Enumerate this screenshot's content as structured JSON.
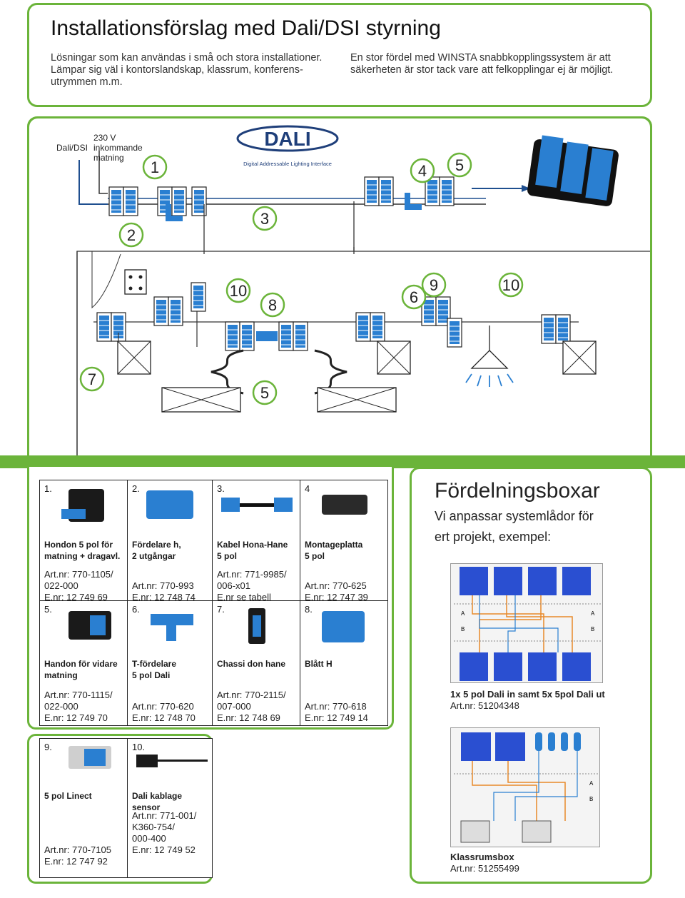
{
  "header": {
    "title": "Installationsförslag med Dali/DSI styrning",
    "intro_left": [
      "Lösningar som kan användas i små och stora installationer.",
      "Lämpar sig väl i kontorslandskap, klassrum, konferens-",
      "utrymmen m.m."
    ],
    "intro_right": [
      "En stor fördel med WINSTA snabbkopplingssystem är att",
      "säkerheten är stor tack vare att felkopplingar ej är möjligt."
    ]
  },
  "diagram": {
    "label_dali": "Dali/DSI",
    "label_supply": [
      "230 V",
      "inkommande",
      "matning"
    ],
    "logo_text": "DALI",
    "logo_sub": "Digital Addressable Lighting Interface",
    "numbers": [
      "1",
      "2",
      "3",
      "4",
      "5",
      "10",
      "8",
      "6",
      "9",
      "10",
      "7",
      "5"
    ]
  },
  "products": [
    {
      "num": "1.",
      "name": [
        "Hondon 5 pol för",
        "matning + dragavl."
      ],
      "part": [
        "Art.nr: 770-1105/",
        "022-000",
        "E.nr: 12 749 69"
      ]
    },
    {
      "num": "2.",
      "name": [
        "Fördelare h,",
        "2 utgångar"
      ],
      "part": [
        "Art.nr: 770-993",
        "E.nr: 12 748 74"
      ]
    },
    {
      "num": "3.",
      "name": [
        "Kabel Hona-Hane",
        "5 pol"
      ],
      "part": [
        "Art.nr: 771-9985/",
        "006-x01",
        "E.nr se tabell"
      ]
    },
    {
      "num": "4",
      "name": [
        "Montageplatta",
        "5 pol"
      ],
      "part": [
        "Art.nr: 770-625",
        "E.nr: 12 747 39"
      ]
    },
    {
      "num": "5.",
      "name": [
        "Handon för vidare",
        "matning"
      ],
      "part": [
        "Art.nr: 770-1115/",
        "022-000",
        "E.nr: 12 749 70"
      ]
    },
    {
      "num": "6.",
      "name": [
        "T-fördelare",
        "5 pol Dali"
      ],
      "part": [
        "Art.nr: 770-620",
        "E.nr: 12 748 70"
      ]
    },
    {
      "num": "7.",
      "name": [
        "Chassi don hane"
      ],
      "part": [
        "Art.nr: 770-2115/",
        "007-000",
        "E.nr: 12 748 69"
      ]
    },
    {
      "num": "8.",
      "name": [
        "Blått H"
      ],
      "part": [
        "Art.nr: 770-618",
        "E.nr: 12 749 14"
      ]
    },
    {
      "num": "9.",
      "name": [
        "5 pol Linect"
      ],
      "part": [
        "Art.nr: 770-7105",
        "E.nr: 12 747 92"
      ]
    },
    {
      "num": "10.",
      "name": [
        "Dali kablage sensor"
      ],
      "part": [
        "Art.nr: 771-001/",
        "K360-754/",
        "000-400",
        "E.nr: 12 749 52"
      ]
    }
  ],
  "fordelning": {
    "title": "Fördelningsboxar",
    "subtitle": [
      "Vi anpassar systemlådor för",
      "ert projekt, exempel:"
    ],
    "box1_title": "1x 5 pol Dali in samt 5x 5pol Dali ut",
    "box1_part": "Art.nr: 51204348",
    "box2_title": "Klassrumsbox",
    "box2_part": "Art.nr: 51255499",
    "wire_labels": [
      "A",
      "A",
      "B",
      "B",
      "A",
      "B"
    ]
  },
  "colors": {
    "accent_green": "#6bb43a",
    "connector_blue": "#2a7fd1",
    "wire_dark": "#1f4f8f"
  }
}
